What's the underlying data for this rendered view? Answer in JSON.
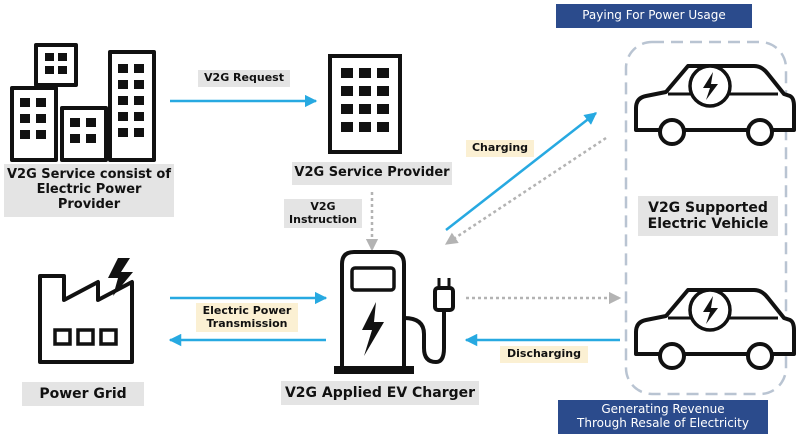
{
  "nodes": {
    "buildings_label": "V2G Service consist of\nElectric Power Provider",
    "provider_label": "V2G Service Provider",
    "grid_label": "Power Grid",
    "charger_label": "V2G Applied EV Charger",
    "vehicle_label": "V2G Supported\nElectric Vehicle"
  },
  "edges": {
    "request": "V2G Request",
    "instruction": "V2G\nInstruction",
    "charging": "Charging",
    "transmission": "Electric Power\nTransmission",
    "discharging": "Discharging"
  },
  "banners": {
    "paying": "Paying For Power Usage",
    "revenue": "Generating Revenue\nThrough Resale of Electricity"
  },
  "colors": {
    "arrow_blue": "#27a9e1",
    "arrow_gray": "#b3b3b3",
    "banner": "#2b4b8c",
    "label_gray": "#e4e4e4",
    "label_beige": "#fbf0d3"
  },
  "icons": [
    "buildings-icon",
    "office-building-icon",
    "factory-icon",
    "ev-charger-icon",
    "electric-car-icon"
  ]
}
